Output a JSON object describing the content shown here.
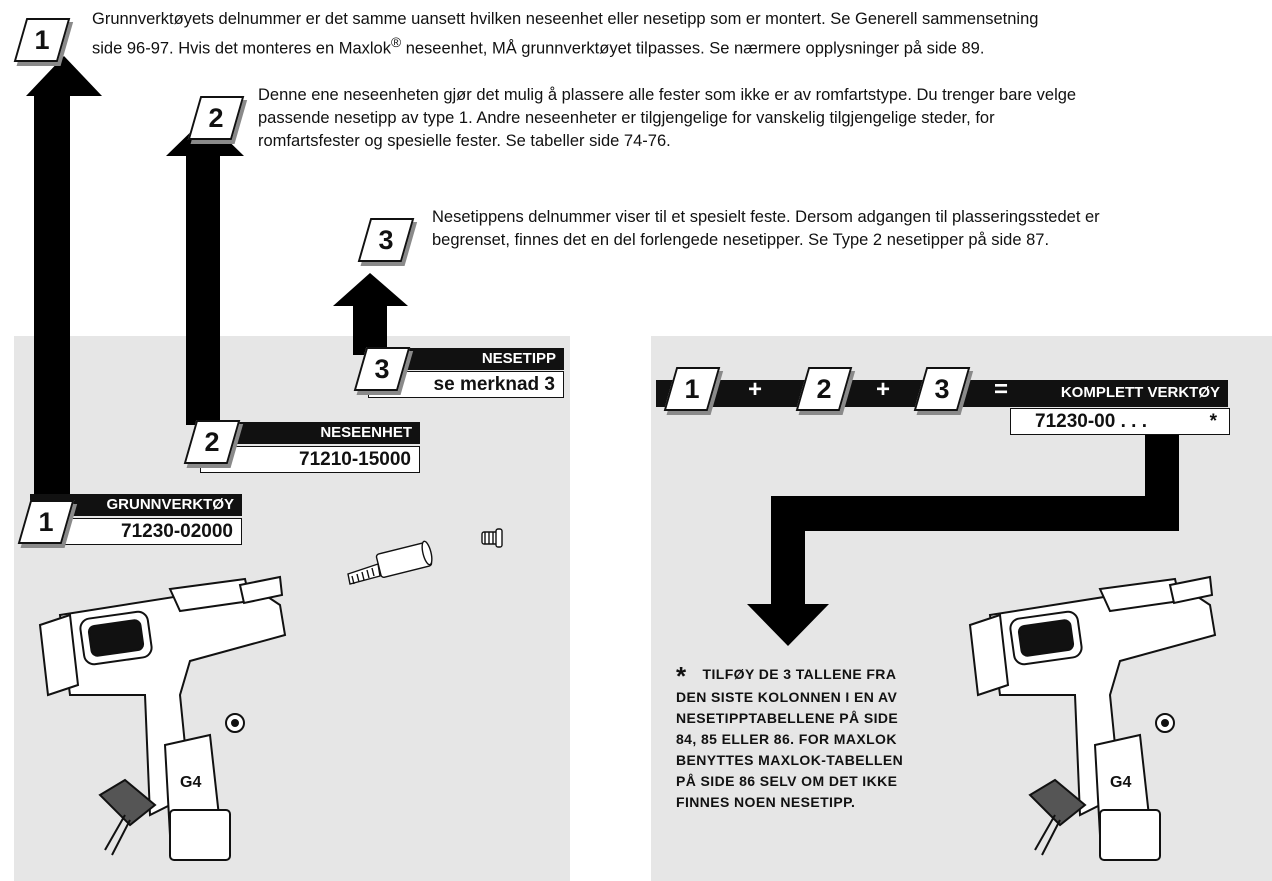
{
  "notes": {
    "n1_line1": "Grunnverktøyets delnummer er det samme uansett hvilken neseenhet eller nesetipp som er montert. Se Generell sammensetning",
    "n1_line2a": "side 96-97. Hvis det monteres en Maxlok",
    "n1_reg": "®",
    "n1_line2b": " neseenhet, MÅ grunnverktøyet tilpasses. Se nærmere opplysninger på side 89.",
    "n2_line1": "Denne ene neseenheten gjør det mulig å plassere alle fester som ikke er av romfartstype. Du trenger bare velge",
    "n2_line2": "passende nesetipp av type 1. Andre neseenheter er tilgjengelige for vanskelig tilgjengelige steder, for",
    "n2_line3": "romfartsfester og spesielle fester. Se tabeller side 74-76.",
    "n3_line1": "Nesetippens delnummer viser til et spesielt feste. Dersom adgangen til plasseringsstedet er",
    "n3_line2": "begrenset, finnes det en del forlengede nesetipper. Se Type 2 nesetipper på side 87."
  },
  "badges": {
    "one": "1",
    "two": "2",
    "three": "3"
  },
  "labels": {
    "grunn_title": "GRUNNVERKTØY",
    "grunn_number": "71230-02000",
    "neseenhet_title": "NESEENHET",
    "neseenhet_number": "71210-15000",
    "nesetipp_title": "NESETIPP",
    "nesetipp_note": "se merknad 3"
  },
  "formula": {
    "plus1": "+",
    "plus2": "+",
    "equals": "=",
    "result_title": "KOMPLETT VERKTØY",
    "result_number": "71230-00 . . .",
    "result_star": "*"
  },
  "footnote": {
    "star": "*",
    "text1": "TILFØY DE 3 TALLENE FRA",
    "text2": "DEN SISTE KOLONNEN I EN AV",
    "text3": "NESETIPPTABELLENE PÅ SIDE",
    "text4": "84, 85 ELLER 86. FOR MAXLOK",
    "text5": "BENYTTES MAXLOK-TABELLEN",
    "text6": "PÅ SIDE 86 SELV OM DET IKKE",
    "text7": "FINNES NOEN NESETIPP."
  },
  "tool_brand": "G4"
}
